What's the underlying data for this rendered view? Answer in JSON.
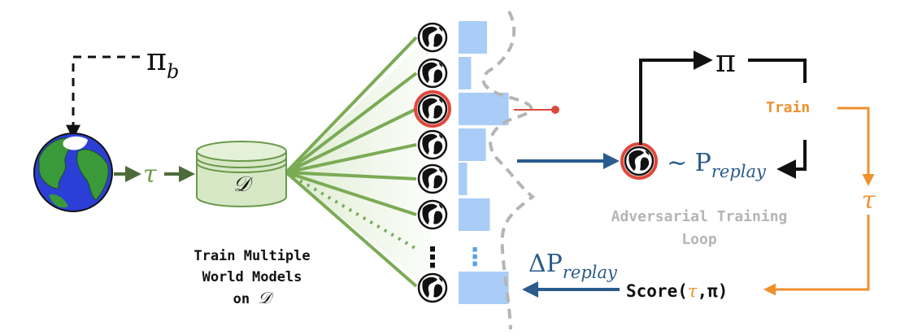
{
  "labels": {
    "pi_b": "π",
    "pi_b_sub": "b",
    "tau_in": "τ",
    "dataset": "𝒟",
    "train_multiple_line1": "Train Multiple",
    "train_multiple_line2": "World Models",
    "train_multiple_line3_prefix": "on ",
    "train_multiple_line3_symbol": "𝒟",
    "ellipsis_models": "⋮",
    "ellipsis_bars": "⋮",
    "pi": "π",
    "train": "Train",
    "sim_replay": "∼ P",
    "sim_replay_sub": "replay",
    "tau_loop": "τ",
    "adversarial_line1": "Adversarial Training",
    "adversarial_line2": "Loop",
    "delta_replay": "ΔP",
    "delta_replay_sub": "replay",
    "score_prefix": "Score(",
    "score_tau": "τ",
    "score_suffix": ",π)"
  },
  "colors": {
    "green": "#6a9a4a",
    "dark_green": "#4c6b3a",
    "dataset_fill": "#d7e8c7",
    "bar_blue": "#a9cdf7",
    "blue_arrow": "#2a5b8c",
    "orange": "#f0902f",
    "red": "#e0473c",
    "grey": "#b5b5b5",
    "black": "#111111"
  },
  "replay_distribution": [
    {
      "model": 1,
      "value": 0.5
    },
    {
      "model": 2,
      "value": 0.22
    },
    {
      "model": 3,
      "value": 0.88,
      "selected": true
    },
    {
      "model": 4,
      "value": 0.48
    },
    {
      "model": 5,
      "value": 0.15
    },
    {
      "model": 6,
      "value": 0.55
    },
    {
      "model": 7,
      "value": 0.88
    }
  ]
}
